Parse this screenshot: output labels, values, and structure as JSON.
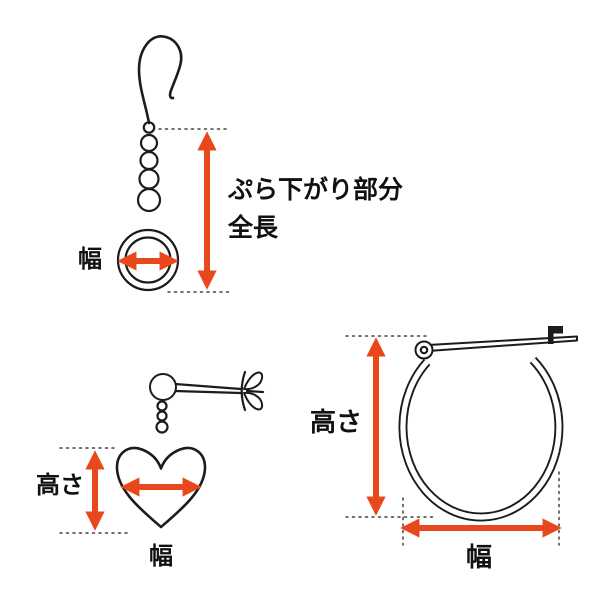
{
  "colors": {
    "arrow": "#e8481c",
    "ink": "#1c1c1c",
    "background": "#ffffff"
  },
  "dangle_earring": {
    "total_length_label_line1": "ぷら下がり部分",
    "total_length_label_line2": "全長",
    "width_label": "幅"
  },
  "heart_stud": {
    "height_label": "高さ",
    "width_label": "幅"
  },
  "hoop_earring": {
    "height_label": "高さ",
    "width_label": "幅"
  }
}
